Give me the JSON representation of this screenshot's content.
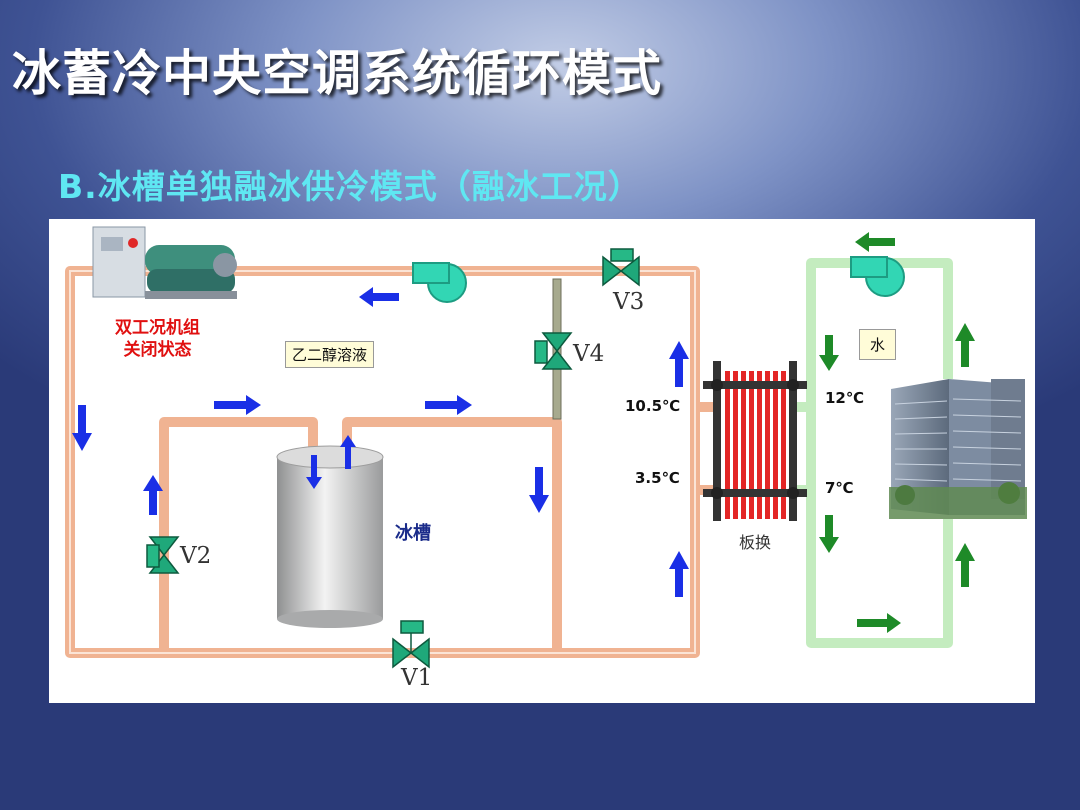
{
  "title": "冰蓄冷中央空调系统循环模式",
  "subtitle": "B.冰槽单独融冰供冷模式（融冰工况）",
  "diagram": {
    "chiller_label_line1": "双工况机组",
    "chiller_label_line2": "关闭状态",
    "glycol_label": "乙二醇溶液",
    "ice_tank_label": "冰槽",
    "heat_exchanger_label": "板换",
    "water_label": "水",
    "valves": {
      "v1": "V1",
      "v2": "V2",
      "v3": "V3",
      "v4": "V4"
    },
    "temps": {
      "glycol_return": "10.5℃",
      "glycol_supply": "3.5℃",
      "water_return": "12℃",
      "water_supply": "7℃"
    },
    "colors": {
      "glycol_pipe": "#f2b89a",
      "water_pipe": "#c9f0c3",
      "glycol_arrow": "#1a2fe6",
      "water_arrow": "#1e8a28",
      "valve": "#1fa87a"
    }
  }
}
